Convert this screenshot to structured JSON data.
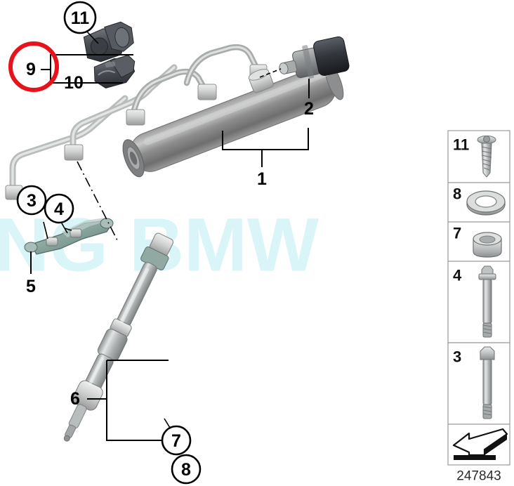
{
  "diagram": {
    "id_label": "247843",
    "watermark": "NG BMW",
    "watermark_color": "#d9f5f8",
    "highlight_color": "#e8121b",
    "background_color": "#ffffff",
    "title": "BMW fuel rail and injector exploded parts diagram"
  },
  "callouts": [
    {
      "id": "1",
      "label": "1",
      "style": "plain",
      "description": "fuel rail assembly bracket"
    },
    {
      "id": "2",
      "label": "2",
      "style": "plain",
      "description": "fuel pressure sensor"
    },
    {
      "id": "3",
      "label": "3",
      "style": "circled",
      "description": "hex bolt"
    },
    {
      "id": "4",
      "label": "4",
      "style": "circled",
      "description": "collar screw"
    },
    {
      "id": "5",
      "label": "5",
      "style": "plain",
      "description": "injector holder bracket"
    },
    {
      "id": "6",
      "label": "6",
      "style": "plain",
      "description": "fuel injector assembly"
    },
    {
      "id": "7",
      "label": "7",
      "style": "circled",
      "description": "support ring"
    },
    {
      "id": "8",
      "label": "8",
      "style": "circled",
      "description": "sealing ring"
    },
    {
      "id": "9",
      "label": "9",
      "style": "plain",
      "description": "clamp set (highlighted)"
    },
    {
      "id": "10",
      "label": "10",
      "style": "plain",
      "description": "lower clamp half"
    },
    {
      "id": "11",
      "label": "11",
      "style": "circled",
      "description": "upper clamp half"
    }
  ],
  "sidebar": {
    "cells": [
      {
        "number": "11",
        "part": "self-tapping-screw"
      },
      {
        "number": "8",
        "part": "sealing-ring"
      },
      {
        "number": "7",
        "part": "support-ring"
      },
      {
        "number": "4",
        "part": "collar-screw-long"
      },
      {
        "number": "3",
        "part": "hex-bolt-long"
      },
      {
        "number": "",
        "part": "arrow-orientation-symbol"
      }
    ]
  },
  "parts_graphic": {
    "fuel_rail": "fuel-rail-tube",
    "fuel_lines": "high-pressure-fuel-lines",
    "sensor": "fuel-pressure-sensor",
    "injector": "fuel-injector",
    "holder": "injector-holder-bracket",
    "clamp_upper": "clamp-upper-half",
    "clamp_lower": "clamp-lower-half"
  }
}
